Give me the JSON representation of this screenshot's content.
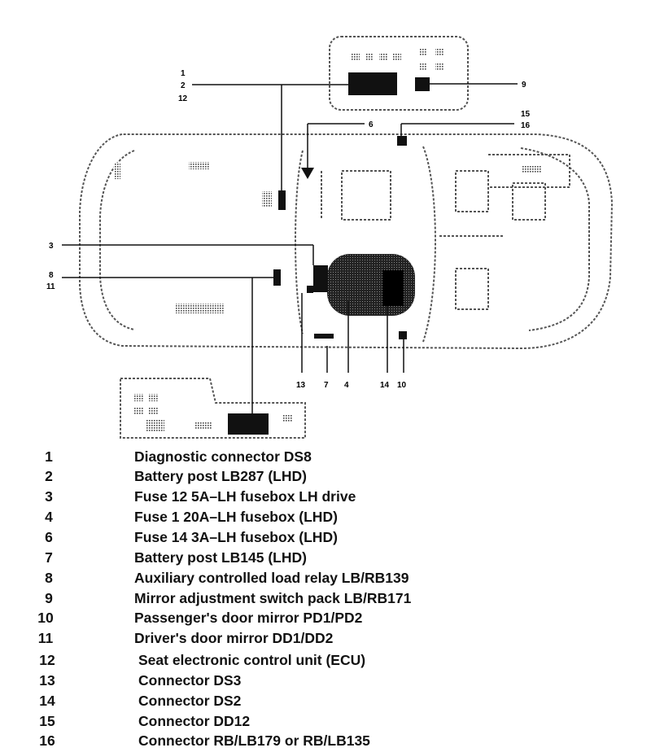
{
  "callouts": {
    "c1": "1",
    "c2": "2",
    "c12": "12",
    "c9": "9",
    "c6": "6",
    "c15": "15",
    "c16": "16",
    "c3": "3",
    "c8": "8",
    "c11": "11",
    "c13": "13",
    "c7": "7",
    "c4": "4",
    "c14": "14",
    "c10": "10"
  },
  "legend": [
    {
      "num": "1",
      "text": "Diagnostic connector DS8"
    },
    {
      "num": "2",
      "text": "Battery post LB287 (LHD)"
    },
    {
      "num": "3",
      "text": "Fuse 12  5A–LH fusebox LH drive"
    },
    {
      "num": "4",
      "text": "Fuse 1  20A–LH fusebox (LHD)"
    },
    {
      "num": "6",
      "text": "Fuse 14  3A–LH fusebox (LHD)"
    },
    {
      "num": "7",
      "text": "Battery post LB145 (LHD)"
    },
    {
      "num": "8",
      "text": "Auxiliary controlled load relay LB/RB139"
    },
    {
      "num": "9",
      "text": "Mirror adjustment switch pack LB/RB171"
    },
    {
      "num": "10",
      "text": "Passenger's door mirror PD1/PD2"
    },
    {
      "num": "11",
      "text": "Driver's door mirror DD1/DD2"
    },
    {
      "num": "12",
      "text": "Seat electronic control unit (ECU)"
    },
    {
      "num": "13",
      "text": "Connector DS3"
    },
    {
      "num": "14",
      "text": "Connector DS2"
    },
    {
      "num": "15",
      "text": "Connector DD12"
    },
    {
      "num": "16",
      "text": "Connector RB/LB179 or RB/LB135"
    }
  ]
}
